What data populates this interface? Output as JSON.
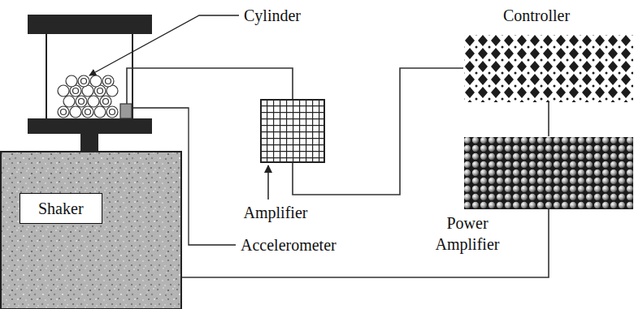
{
  "diagram": {
    "nodes": [
      {
        "text": [
          "Shaker"
        ]
      },
      {
        "text": [
          "Amplifier"
        ]
      },
      {
        "text": [
          "Controller"
        ]
      },
      {
        "text": [
          "Power Amplifier"
        ]
      }
    ],
    "edges": [
      {
        "from": 1,
        "to": 2,
        "arrow": "none"
      },
      {
        "from": 2,
        "to": 3,
        "arrow": "none"
      },
      {
        "from": 3,
        "to": 0,
        "arrow": "none"
      }
    ],
    "labels": [
      "Cylinder",
      "Accelerometer"
    ]
  }
}
